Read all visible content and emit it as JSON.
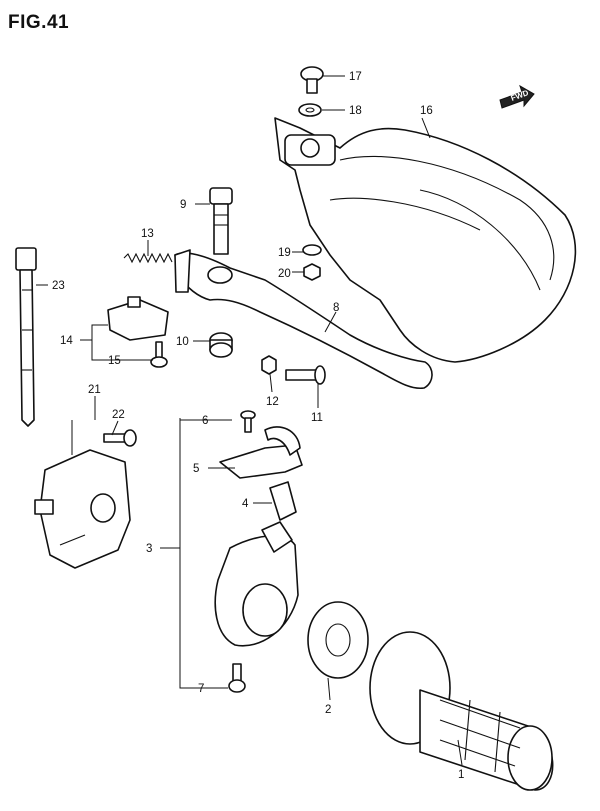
{
  "figure": {
    "title": "FIG.41"
  },
  "direction_badge": {
    "label": "FWD"
  },
  "callouts": [
    "17",
    "18",
    "16",
    "9",
    "13",
    "19",
    "20",
    "23",
    "8",
    "14",
    "10",
    "15",
    "12",
    "11",
    "21",
    "22",
    "6",
    "5",
    "4",
    "3",
    "2",
    "7",
    "1"
  ]
}
